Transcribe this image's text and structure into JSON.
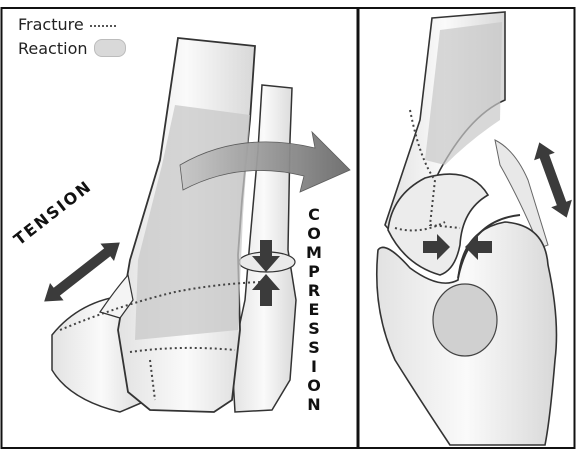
{
  "legend": {
    "fracture_label": "Fracture",
    "reaction_label": "Reaction"
  },
  "labels": {
    "tension": "TENSION",
    "compression": "COMPRESSION"
  }
}
